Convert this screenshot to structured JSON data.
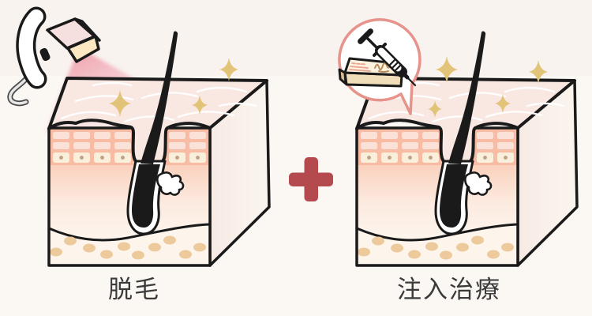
{
  "labels": {
    "hair_removal": "脱毛",
    "injection_treatment": "注入治療"
  },
  "separator": {
    "symbol": "+",
    "color": "#b4494e"
  },
  "icons": {
    "laser_handpiece": "laser-hair-removal-handpiece",
    "laser_beam": "pink-laser-beam",
    "speech_bubble": "speech-bubble",
    "syringe": "syringe",
    "medicine_box": "medicine-box",
    "sparkle": "four-point-sparkle",
    "skin_block": "skin-cross-section-with-hair-follicle"
  },
  "colors": {
    "background": "#f9f5f1",
    "skin_surface": "#f9e7e2",
    "epidermis": "#f8bca4",
    "epidermis_cells": "#fbe2d9",
    "dermis": "#fbdccc",
    "subcutaneous_fat_cells": "#edca9c",
    "sparkle": "#e2c478",
    "laser_beam": "#ee9aa9",
    "plus_sign": "#b4494e",
    "bubble_outline": "#e6938c",
    "outline": "#1a1a1a",
    "label_text": "#3a3a3a"
  }
}
